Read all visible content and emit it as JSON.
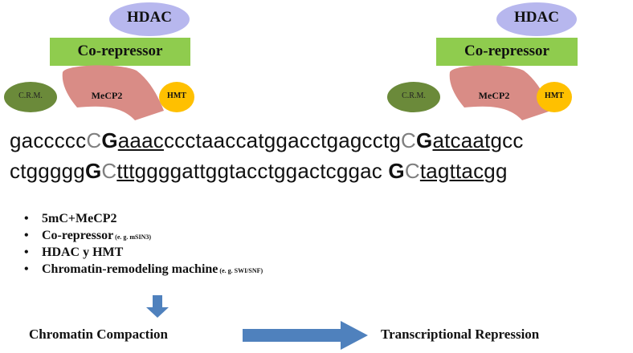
{
  "complex_left": {
    "hdac": "HDAC",
    "corepressor": "Co-repressor",
    "crm": "C.R.M.",
    "mecp2": "MeCP2",
    "hmt": "HMT"
  },
  "complex_right": {
    "hdac": "HDAC",
    "corepressor": "Co-repressor",
    "crm": "C.R.M.",
    "mecp2": "MeCP2",
    "hmt": "HMT"
  },
  "colors": {
    "hdac": "#b7b7ee",
    "corepressor": "#8fcc4e",
    "crm": "#6b8a3a",
    "mecp2": "#d98c86",
    "hmt": "#ffc000",
    "arrow": "#4f81bd"
  },
  "sequence": {
    "top": [
      {
        "t": "gaccccc",
        "s": "n"
      },
      {
        "t": "C",
        "s": "c"
      },
      {
        "t": "G",
        "s": "g"
      },
      {
        "t": "aaac",
        "s": "u"
      },
      {
        "t": "ccctaaccatggacctgagcctg",
        "s": "n"
      },
      {
        "t": "C",
        "s": "c"
      },
      {
        "t": "G",
        "s": "g"
      },
      {
        "t": "atcaatg",
        "s": "u"
      },
      {
        "t": "cc",
        "s": "n"
      }
    ],
    "bottom": [
      {
        "t": "ctggggg",
        "s": "n"
      },
      {
        "t": "G",
        "s": "g"
      },
      {
        "t": "C",
        "s": "c"
      },
      {
        "t": "tttg",
        "s": "u"
      },
      {
        "t": "gggattggtacctggactcggac ",
        "s": "n"
      },
      {
        "t": "G",
        "s": "g"
      },
      {
        "t": "C",
        "s": "c"
      },
      {
        "t": "tagttac",
        "s": "u"
      },
      {
        "t": "gg",
        "s": "n"
      }
    ]
  },
  "bullets": [
    {
      "text": "5mC+MeCP2",
      "note": ""
    },
    {
      "text": "Co-repressor",
      "note": " (e. g. mSIN3)"
    },
    {
      "text": "HDAC y HMT",
      "note": ""
    },
    {
      "text": "Chromatin-remodeling machine",
      "note": " (e. g. SWI/SNF)"
    }
  ],
  "bullet_symbol": "•",
  "flow": {
    "left": "Chromatin Compaction",
    "right": "Transcriptional Repression"
  }
}
